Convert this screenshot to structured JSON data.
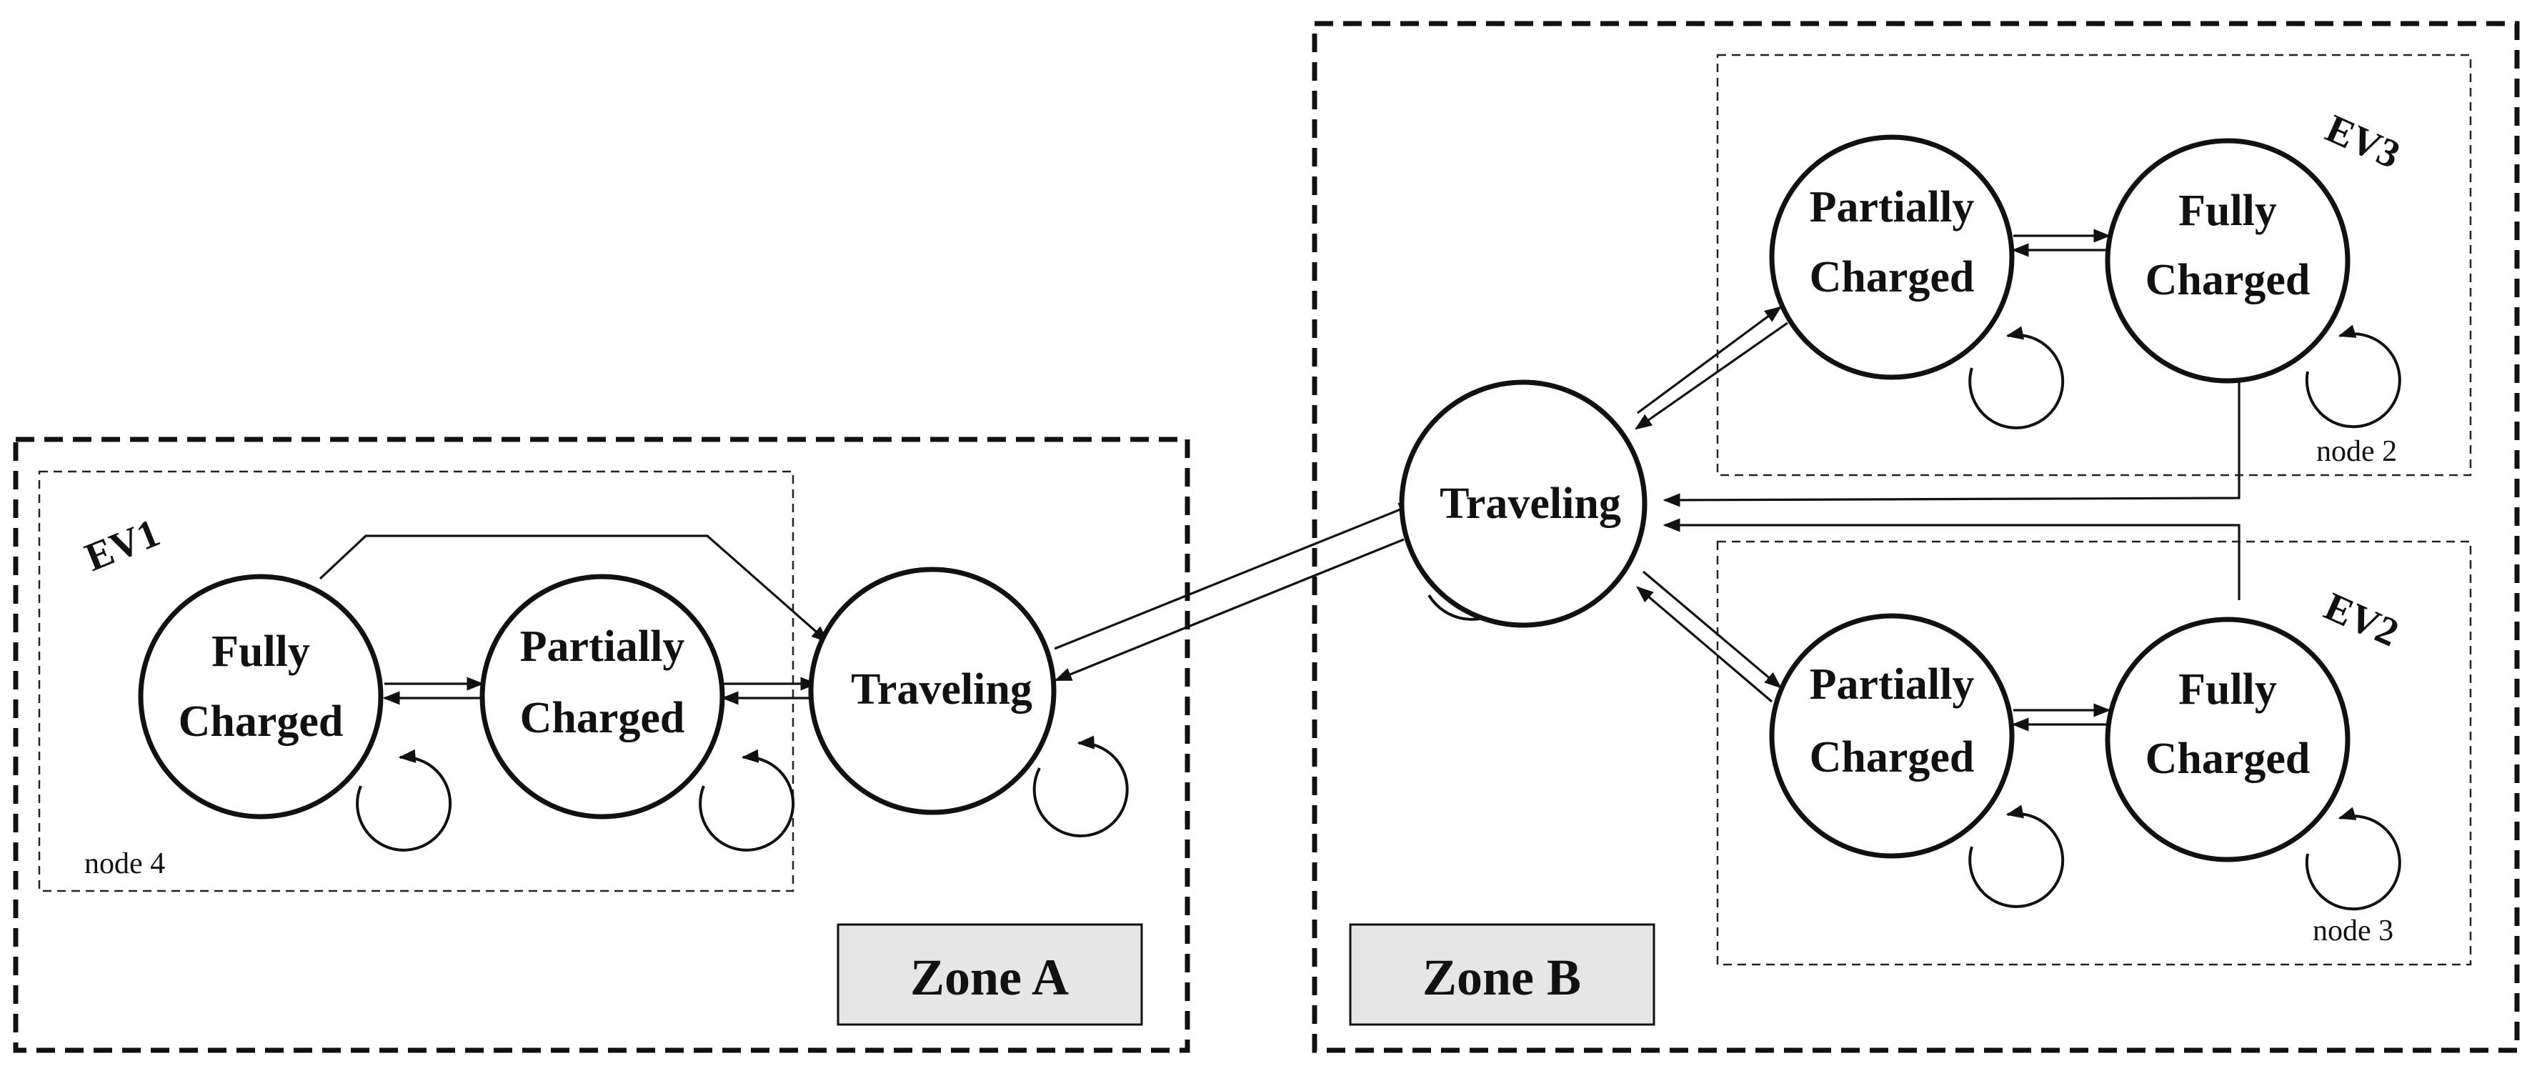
{
  "zones": [
    {
      "id": "A",
      "label": "Zone A"
    },
    {
      "id": "B",
      "label": "Zone B"
    }
  ],
  "nodes": [
    {
      "id": "node4",
      "label": "node 4",
      "ev": "EV1"
    },
    {
      "id": "node2",
      "label": "node 2",
      "ev": "EV3"
    },
    {
      "id": "node3",
      "label": "node 3",
      "ev": "EV2"
    }
  ],
  "states": {
    "fully_line1": "Fully",
    "charged": "Charged",
    "partially_line1": "Partially",
    "traveling": "Traveling"
  },
  "colors": {
    "stroke": "#111111",
    "zone_label_fill": "#e6e6e6",
    "background": "#ffffff"
  }
}
